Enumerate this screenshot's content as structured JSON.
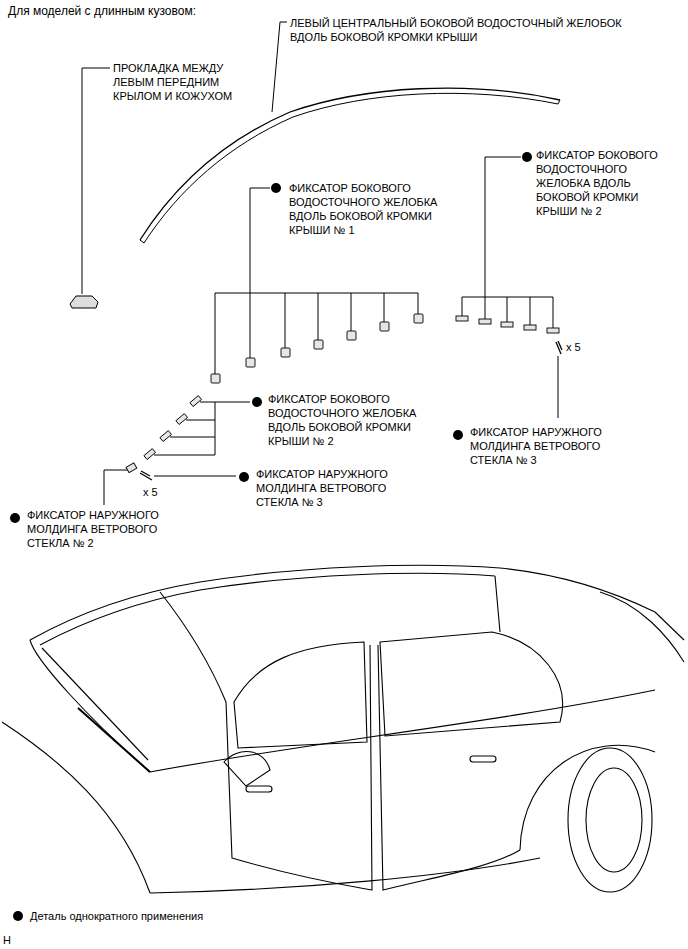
{
  "diagram": {
    "title": "Для моделей с длинным кузовом:",
    "labels": [
      "ЛЕВЫЙ ЦЕНТРАЛЬНЫЙ БОКОВОЙ ВОДОСТОЧНЫЙ ЖЕЛОБОК ВДОЛЬ БОКОВОЙ КРОМКИ КРЫШИ",
      "ПРОКЛАДКА МЕЖДУ ЛЕВЫМ ПЕРЕДНИМ КРЫЛОМ И КОЖУХОМ",
      "ФИКСАТОР БОКОВОГО ВОДОСТОЧНОГО ЖЕЛОБКА ВДОЛЬ БОКОВОЙ КРОМКИ КРЫШИ № 2",
      "ФИКСАТОР БОКОВОГО ВОДОСТОЧНОГО ЖЕЛОБКА ВДОЛЬ БОКОВОЙ КРОМКИ КРЫШИ № 1",
      "ФИКСАТОР БОКОВОГО ВОДОСТОЧНОГО ЖЕЛОБКА ВДОЛЬ БОКОВОЙ КРОМКИ КРЫШИ № 2",
      "x 5",
      "ФИКСАТОР НАРУЖНОГО МОЛДИНГА ВЕТРОВОГО СТЕКЛА № 3",
      "ФИКСАТОР НАРУЖНОГО МОЛДИНГА ВЕТРОВОГО СТЕКЛА № 3",
      "x 5",
      "ФИКСАТОР НАРУЖНОГО МОЛДИНГА ВЕТРОВОГО СТЕКЛА № 2",
      "H"
    ],
    "legend": [
      {
        "text": "Деталь однократного применения"
      }
    ]
  }
}
